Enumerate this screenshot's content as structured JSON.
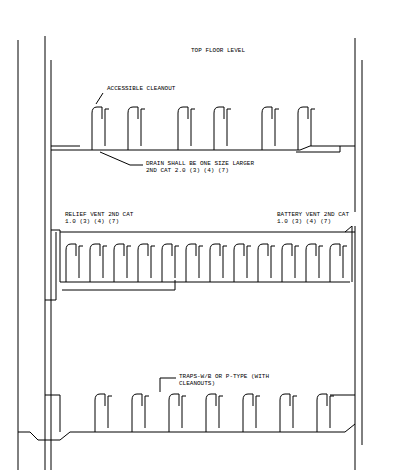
{
  "diagram": {
    "labels": [
      "TOP FLOOR LEVEL",
      "ACCESSIBLE CLEANOUT",
      "DRAIN SHALL BE ONE SIZE LARGER 2ND CAT 2.0 (3) (4) (7)",
      "RELIEF VENT 2ND CAT 1.0 (3) (4) (7)",
      "BATTERY VENT 2ND CAT 1.0 (3) (4) (7)",
      "TRAPS-W/B OR P-TYPE (WITH CLEANOUTS)"
    ]
  }
}
